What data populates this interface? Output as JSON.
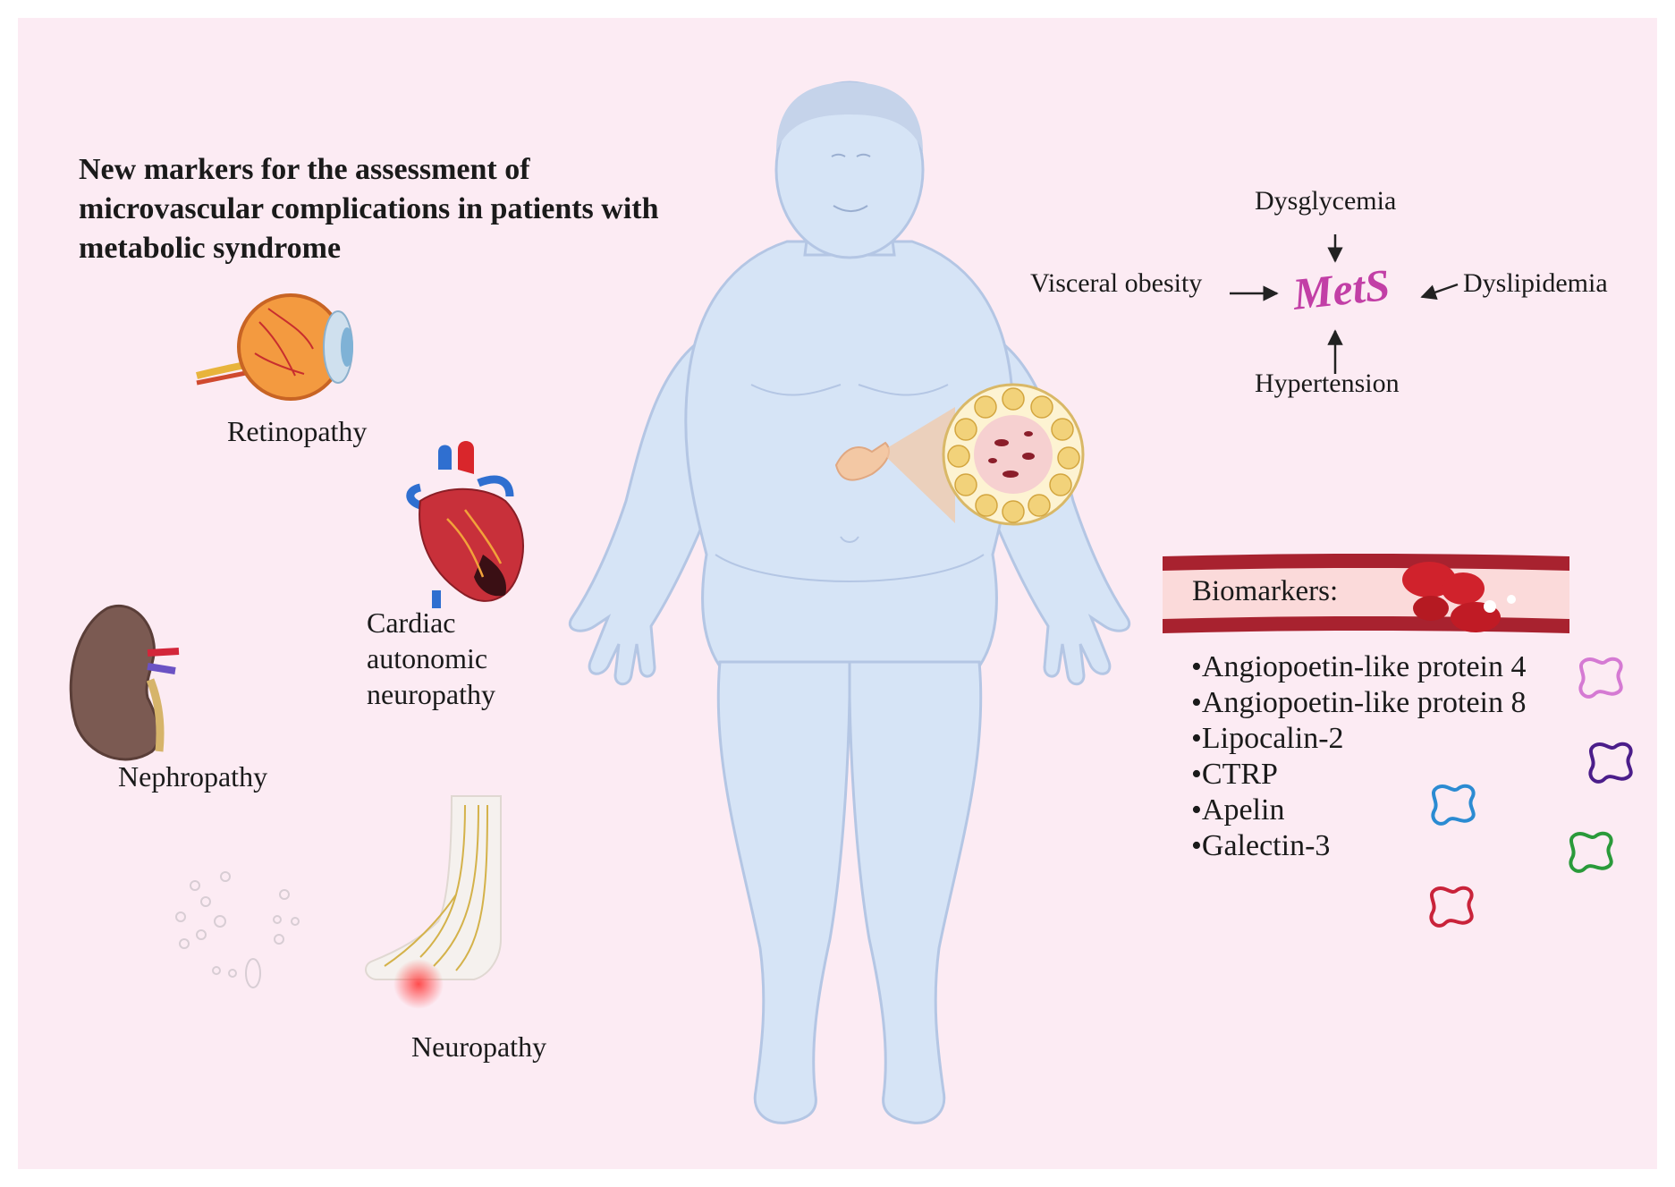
{
  "title": {
    "lines": [
      "New markers for the assessment of",
      "microvascular complications in patients with",
      "metabolic syndrome"
    ]
  },
  "complications": {
    "retinopathy": "Retinopathy",
    "cardiac": [
      "Cardiac",
      "autonomic",
      "neuropathy"
    ],
    "nephropathy": "Nephropathy",
    "neuropathy": "Neuropathy"
  },
  "mets": {
    "center": "MetS",
    "top": "Dysglycemia",
    "left": "Visceral obesity",
    "right": "Dyslipidemia",
    "bottom": "Hypertension"
  },
  "biomarkers": {
    "heading": "Biomarkers:",
    "items": [
      "•Angiopoetin-like protein 4",
      "•Angiopoetin-like protein 8",
      "•Lipocalin-2",
      "•CTRP",
      "•Apelin",
      "•Galectin-3"
    ]
  },
  "colors": {
    "panel_bg": "#fcebf3",
    "body_fill": "#d6e4f6",
    "body_stroke": "#b4c6e4",
    "mets_accent": "#c23fa6",
    "vessel_red": "#a8222f"
  },
  "icons": [
    "eye-icon",
    "heart-icon",
    "kidney-icon",
    "foot-nerve-icon",
    "adipose-tissue-icon",
    "blood-vessel-icon",
    "protein-icon"
  ]
}
